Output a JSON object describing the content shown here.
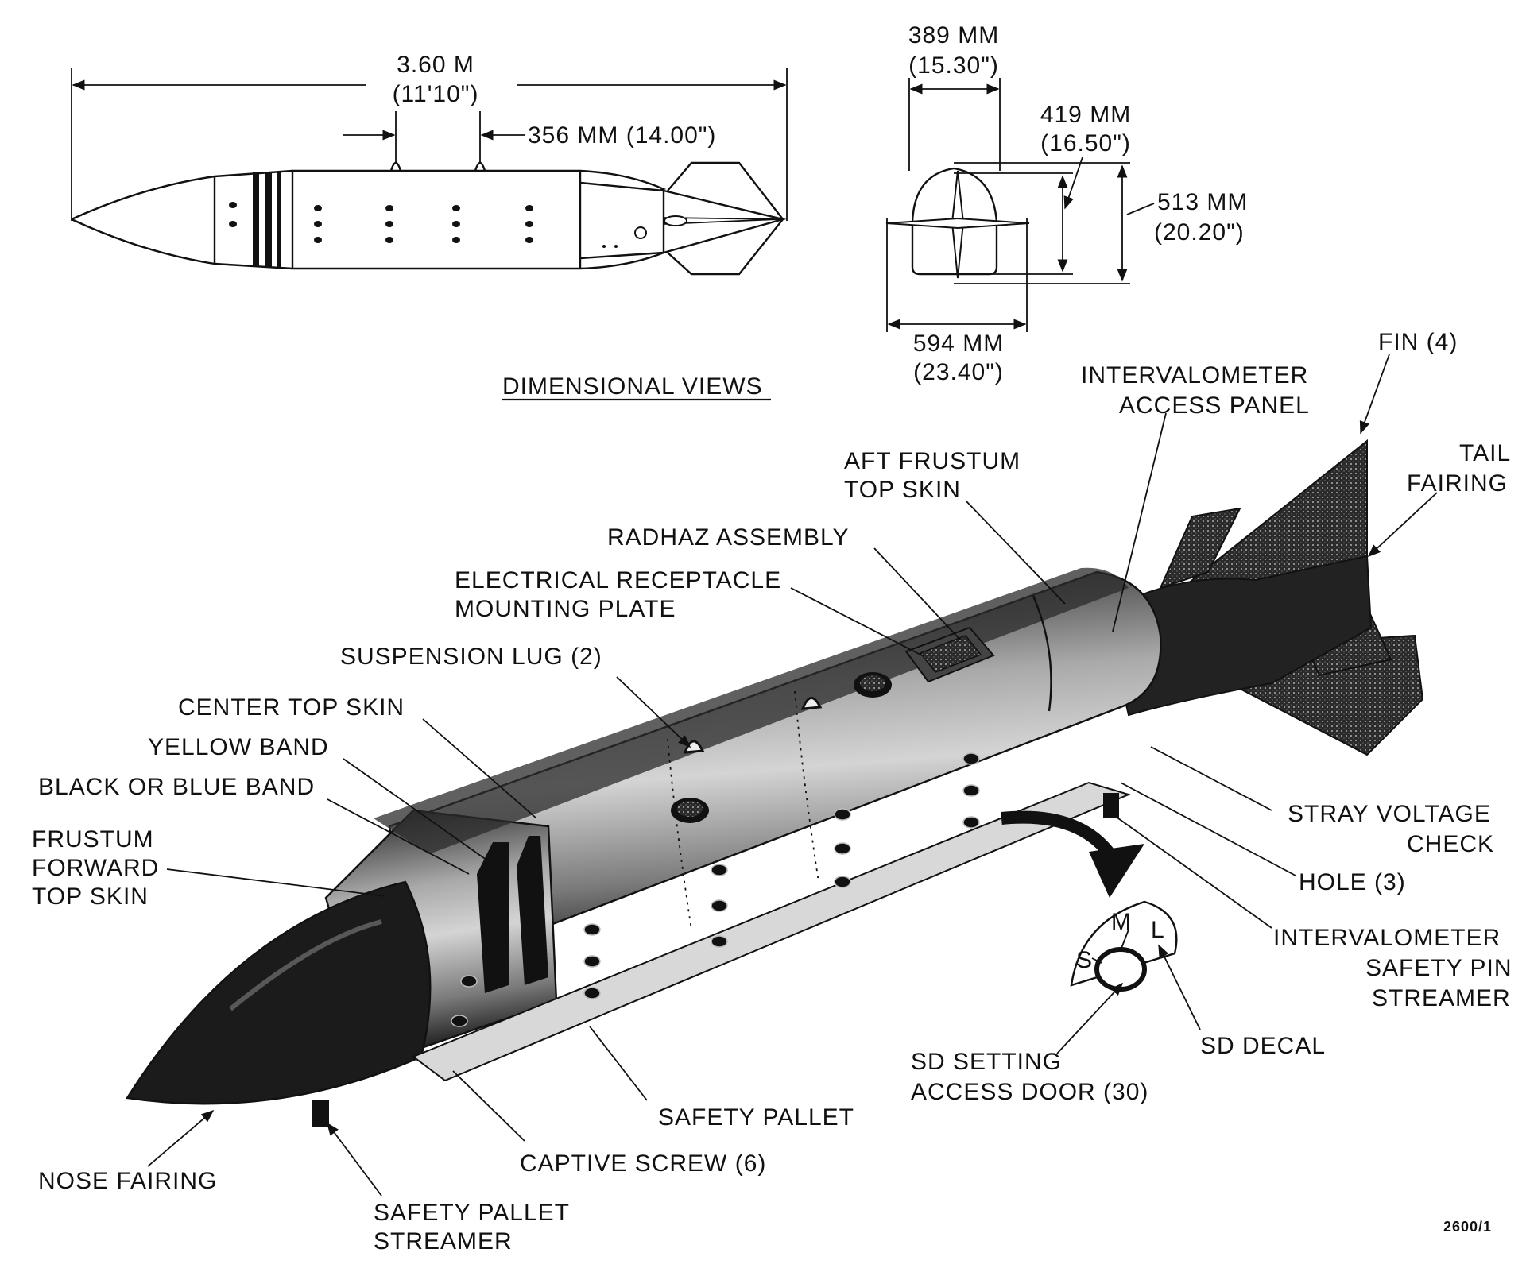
{
  "top_view": {
    "length_metric": "3.60 M",
    "length_imperial": "(11'10\")",
    "lug_spacing": "356 MM (14.00\")"
  },
  "end_view": {
    "width_top_metric": "389 MM",
    "width_top_imperial": "(15.30\")",
    "height_inner_metric": "419 MM",
    "height_inner_imperial": "(16.50\")",
    "height_outer_metric": "513 MM",
    "height_outer_imperial": "(20.20\")",
    "width_bottom_metric": "594 MM",
    "width_bottom_imperial": "(23.40\")"
  },
  "views_title": "DIMENSIONAL VIEWS",
  "callouts": {
    "fin_1": "FIN (4)",
    "interval_panel_1": "INTERVALOMETER",
    "interval_panel_2": "ACCESS PANEL",
    "tail_1": "TAIL",
    "tail_2": "FAIRING",
    "aft_1": "AFT FRUSTUM",
    "aft_2": "TOP SKIN",
    "radhaz": "RADHAZ ASSEMBLY",
    "elec_1": "ELECTRICAL RECEPTACLE",
    "elec_2": "MOUNTING PLATE",
    "lug": "SUSPENSION LUG (2)",
    "center": "CENTER TOP SKIN",
    "yellow": "YELLOW BAND",
    "black_blue": "BLACK OR BLUE BAND",
    "frustum_1": "FRUSTUM",
    "frustum_2": "FORWARD",
    "frustum_3": "TOP SKIN",
    "stray_1": "STRAY VOLTAGE",
    "stray_2": "CHECK",
    "hole": "HOLE (3)",
    "pin_1": "INTERVALOMETER",
    "pin_2": "SAFETY PIN",
    "pin_3": "STREAMER",
    "sd_decal": "SD DECAL",
    "sd_door_1": "SD SETTING",
    "sd_door_2": "ACCESS DOOR (30)",
    "pallet": "SAFETY PALLET",
    "captive": "CAPTIVE SCREW (6)",
    "nose": "NOSE FAIRING",
    "streamer_1": "SAFETY PALLET",
    "streamer_2": "STREAMER"
  },
  "dial_letters": {
    "s": "S",
    "m": "M",
    "l": "L"
  },
  "figure_number": "2600/1"
}
